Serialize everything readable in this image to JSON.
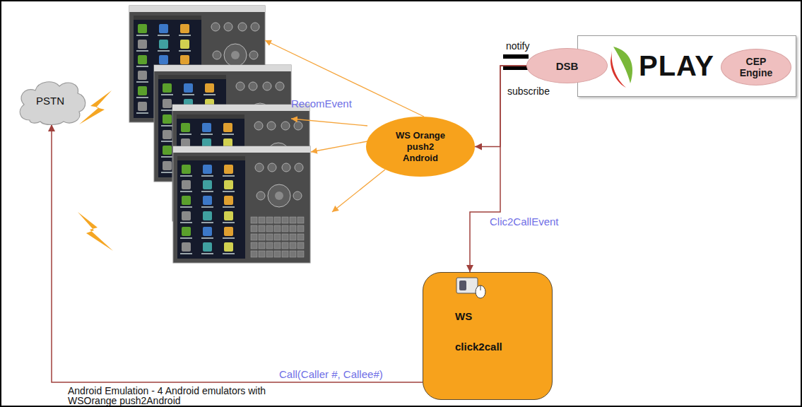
{
  "diagram": {
    "nodes": [
      {
        "text": [
          "DSB"
        ]
      },
      {
        "text": [
          "PLAY"
        ]
      },
      {
        "text": [
          "CEP Engine"
        ],
        "in": 1
      },
      {
        "text": [
          "PSTN"
        ]
      },
      {
        "text": [
          "WS Orange push2 Android"
        ]
      },
      {
        "text": [
          "WS click2call"
        ]
      }
    ],
    "edges": [
      {
        "from": 0,
        "to": 4,
        "arrow": "to"
      },
      {
        "from": 0,
        "to": 5,
        "arrow": "to",
        "label": "Clic2CallEvent"
      },
      {
        "from": 5,
        "to": 3,
        "arrow": "to",
        "label": "Call(Caller #, Callee#)"
      }
    ],
    "labels": [
      "notify",
      "subscribe",
      "RecomEvent",
      "Android Emulation - 4 Android emulators with WSOrange push2Android"
    ]
  }
}
